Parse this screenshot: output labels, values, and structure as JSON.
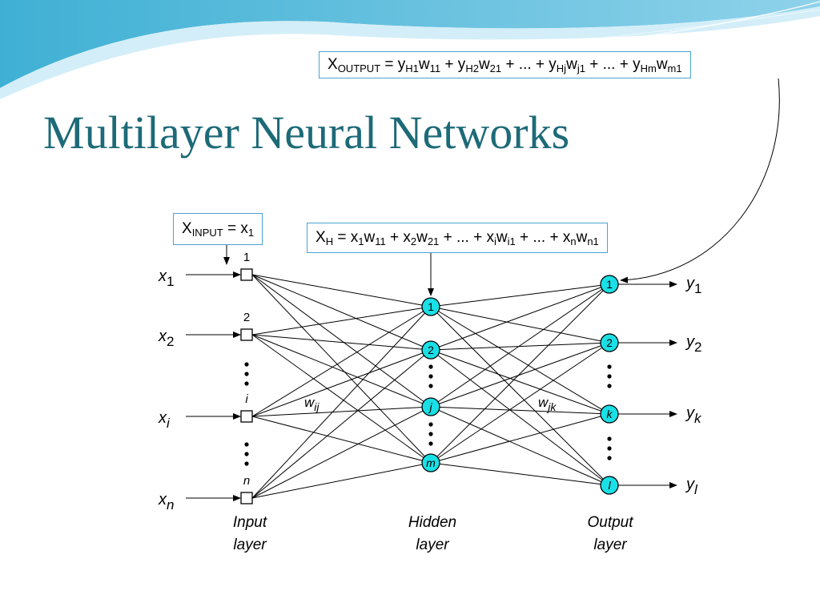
{
  "title": "Multilayer Neural Networks",
  "formulas": {
    "output": [
      {
        "t": "X"
      },
      {
        "s": "OUTPUT"
      },
      {
        "t": " = y"
      },
      {
        "s": "H1"
      },
      {
        "t": "w"
      },
      {
        "s": "11"
      },
      {
        "t": " + y"
      },
      {
        "s": "H2"
      },
      {
        "t": "w"
      },
      {
        "s": "21"
      },
      {
        "t": " + ... + y"
      },
      {
        "s": "Hj"
      },
      {
        "t": "w"
      },
      {
        "s": "j1"
      },
      {
        "t": " + ... + y"
      },
      {
        "s": "Hm"
      },
      {
        "t": "w"
      },
      {
        "s": "m1"
      }
    ],
    "input": [
      {
        "t": "X"
      },
      {
        "s": "INPUT"
      },
      {
        "t": " = x"
      },
      {
        "s": "1"
      }
    ],
    "hidden": [
      {
        "t": "X"
      },
      {
        "s": "H"
      },
      {
        "t": " = x"
      },
      {
        "s": "1"
      },
      {
        "t": "w"
      },
      {
        "s": "11"
      },
      {
        "t": " + x"
      },
      {
        "s": "2"
      },
      {
        "t": "w"
      },
      {
        "s": "21"
      },
      {
        "t": " + ... + x"
      },
      {
        "s": "i"
      },
      {
        "t": "w"
      },
      {
        "s": "i1"
      },
      {
        "t": " + ... + x"
      },
      {
        "s": "n"
      },
      {
        "t": "w"
      },
      {
        "s": "n1"
      }
    ]
  },
  "network": {
    "input_layer": {
      "label_line1": "Input",
      "label_line2": "layer",
      "nodes": [
        {
          "label": "1",
          "italic": false,
          "var": "x",
          "sub": "1",
          "sub_italic": false
        },
        {
          "label": "2",
          "italic": false,
          "var": "x",
          "sub": "2",
          "sub_italic": false
        },
        {
          "label": "i",
          "italic": true,
          "var": "x",
          "sub": "i",
          "sub_italic": true
        },
        {
          "label": "n",
          "italic": true,
          "var": "x",
          "sub": "n",
          "sub_italic": true
        }
      ]
    },
    "hidden_layer": {
      "label_line1": "Hidden",
      "label_line2": "layer",
      "nodes": [
        {
          "label": "1",
          "italic": false
        },
        {
          "label": "2",
          "italic": false
        },
        {
          "label": "j",
          "italic": true
        },
        {
          "label": "m",
          "italic": true
        }
      ]
    },
    "output_layer": {
      "label_line1": "Output",
      "label_line2": "layer",
      "nodes": [
        {
          "label": "1",
          "italic": false,
          "var": "y",
          "sub": "1",
          "sub_italic": false
        },
        {
          "label": "2",
          "italic": false,
          "var": "y",
          "sub": "2",
          "sub_italic": false
        },
        {
          "label": "k",
          "italic": true,
          "var": "y",
          "sub": "k",
          "sub_italic": true
        },
        {
          "label": "l",
          "italic": true,
          "var": "y",
          "sub": "l",
          "sub_italic": true
        }
      ]
    },
    "weights": [
      {
        "var": "w",
        "sub": "ij"
      },
      {
        "var": "w",
        "sub": "jk"
      }
    ]
  },
  "colors": {
    "title": "#1d6a78",
    "neuron_fill": "#19e0e6",
    "box_border": "#4aa3d6",
    "wave_dark": "#2c9fc4",
    "wave_light": "#a9dcee"
  }
}
